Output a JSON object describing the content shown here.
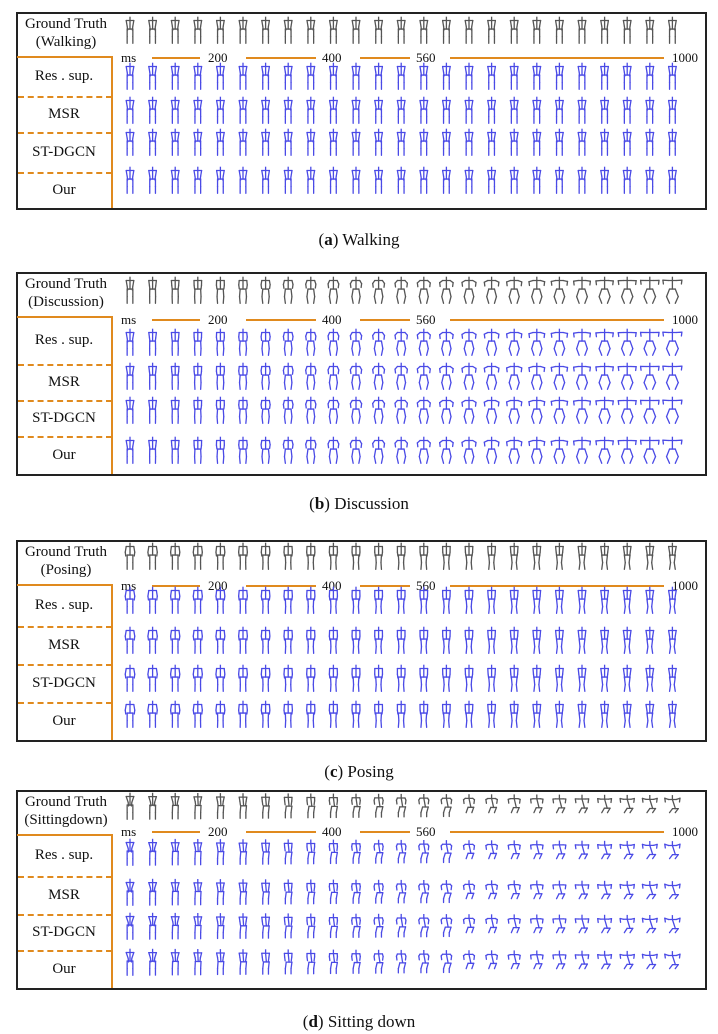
{
  "colors": {
    "gt_skeleton": "#555555",
    "pred_skeleton": "#4a4ae6",
    "accent": "#e08a1e",
    "border": "#222222"
  },
  "axis": {
    "ms": "ms",
    "t200": "200",
    "t400": "400",
    "t560": "560",
    "t1000": "1000"
  },
  "methods": [
    "Res . sup.",
    "MSR",
    "ST-DGCN",
    "Our"
  ],
  "panels": [
    {
      "gt_line1": "Ground Truth",
      "gt_line2": "(Walking)",
      "caption_letter": "a",
      "caption_text": "Walking",
      "action": "walking"
    },
    {
      "gt_line1": "Ground Truth",
      "gt_line2": "(Discussion)",
      "caption_letter": "b",
      "caption_text": "Discussion",
      "action": "discussion"
    },
    {
      "gt_line1": "Ground Truth",
      "gt_line2": "(Posing)",
      "caption_letter": "c",
      "caption_text": "Posing",
      "action": "posing"
    },
    {
      "gt_line1": "Ground Truth",
      "gt_line2": "(Sittingdown)",
      "caption_letter": "d",
      "caption_text": "Sitting down",
      "action": "sittingdown"
    }
  ]
}
